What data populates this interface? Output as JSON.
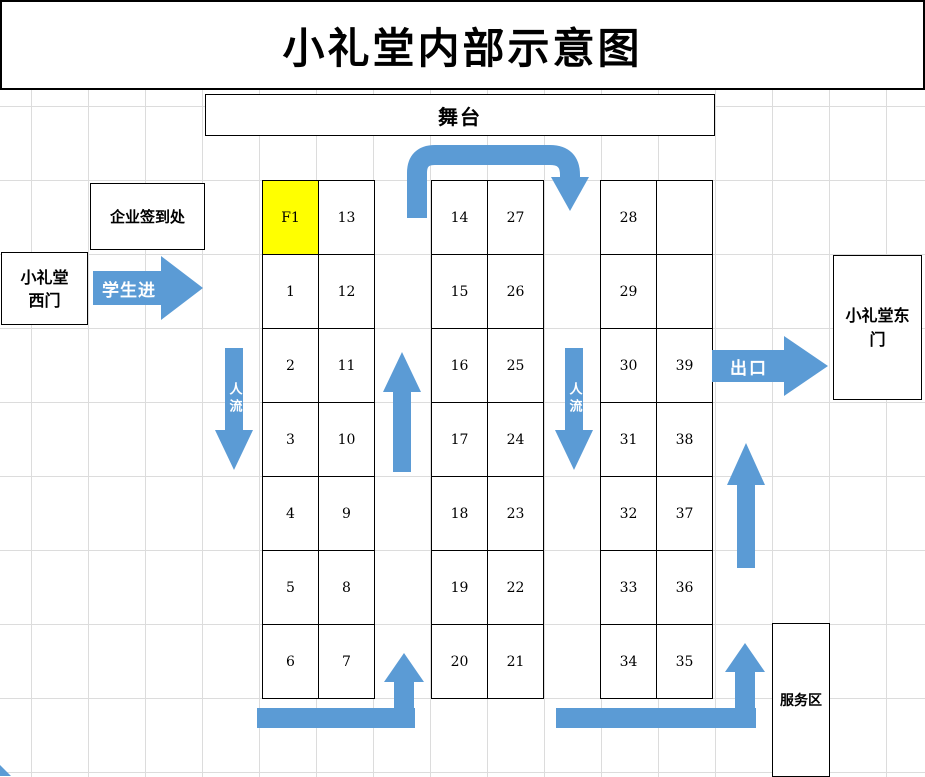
{
  "title": "小礼堂内部示意图",
  "stage": {
    "label": "舞台"
  },
  "rooms": {
    "checkin": {
      "label": "企业签到处"
    },
    "west_gate": {
      "line1": "小礼堂",
      "line2": "西门"
    },
    "east_gate": {
      "line1": "小礼堂东",
      "line2": "门"
    },
    "service_area": {
      "label": "服务区"
    }
  },
  "arrows": {
    "student_enter": {
      "label": "学生进"
    },
    "exit": {
      "label": "出口"
    },
    "flow_left": {
      "label": "人流"
    },
    "flow_right": {
      "label": "人流"
    }
  },
  "colors": {
    "arrow": "#5B9BD5",
    "highlight": "#FFFF00",
    "grid": "#DCDCDC"
  },
  "tables": {
    "left": {
      "rows": [
        [
          "F1",
          "13"
        ],
        [
          "1",
          "12"
        ],
        [
          "2",
          "11"
        ],
        [
          "3",
          "10"
        ],
        [
          "4",
          "9"
        ],
        [
          "5",
          "8"
        ],
        [
          "6",
          "7"
        ]
      ]
    },
    "middle": {
      "rows": [
        [
          "14",
          "27"
        ],
        [
          "15",
          "26"
        ],
        [
          "16",
          "25"
        ],
        [
          "17",
          "24"
        ],
        [
          "18",
          "23"
        ],
        [
          "19",
          "22"
        ],
        [
          "20",
          "21"
        ]
      ]
    },
    "right": {
      "rows": [
        [
          "28",
          ""
        ],
        [
          "29",
          ""
        ],
        [
          "30",
          "39"
        ],
        [
          "31",
          "38"
        ],
        [
          "32",
          "37"
        ],
        [
          "33",
          "36"
        ],
        [
          "34",
          "35"
        ]
      ]
    }
  }
}
